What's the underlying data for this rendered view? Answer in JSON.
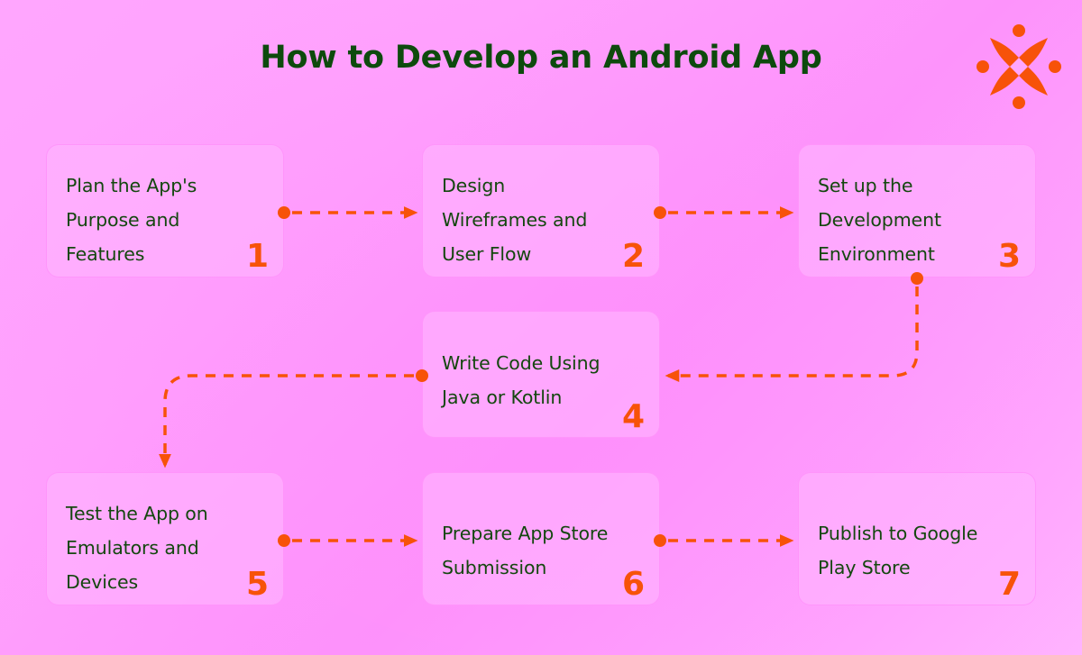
{
  "page": {
    "title": "How to Develop an Android App",
    "background_start": "#FFA6FE",
    "background_end": "#FFB4FF",
    "title_color": "#0D4A0D",
    "accent_color": "#F75209",
    "box_fill": "#FFB5FF",
    "box_border": "#FF91FA",
    "text_color": "#14470F"
  },
  "logo": {
    "name": "four-pointed-star-logo",
    "color": "#F75209"
  },
  "steps": [
    {
      "number": "1",
      "text": "Plan the App's\nPurpose and\nFeatures"
    },
    {
      "number": "2",
      "text": "Design\nWireframes and\nUser Flow"
    },
    {
      "number": "3",
      "text": "Set up the\nDevelopment\nEnvironment"
    },
    {
      "number": "4",
      "text": "Write Code Using\nJava or Kotlin"
    },
    {
      "number": "5",
      "text": "Test the App on\nEmulators and\nDevices"
    },
    {
      "number": "6",
      "text": "Prepare App Store\nSubmission"
    },
    {
      "number": "7",
      "text": "Publish to Google\nPlay Store"
    }
  ],
  "connectors": [
    {
      "name": "connector-1-to-2",
      "from": "1",
      "to": "2",
      "style": "dashed-arrow-right"
    },
    {
      "name": "connector-2-to-3",
      "from": "2",
      "to": "3",
      "style": "dashed-arrow-right"
    },
    {
      "name": "connector-3-to-4",
      "from": "3",
      "to": "4",
      "style": "dashed-curve-down-left"
    },
    {
      "name": "connector-4-to-5",
      "from": "4",
      "to": "5",
      "style": "dashed-curve-left-down"
    },
    {
      "name": "connector-5-to-6",
      "from": "5",
      "to": "6",
      "style": "dashed-arrow-right"
    },
    {
      "name": "connector-6-to-7",
      "from": "6",
      "to": "7",
      "style": "dashed-arrow-right"
    }
  ]
}
